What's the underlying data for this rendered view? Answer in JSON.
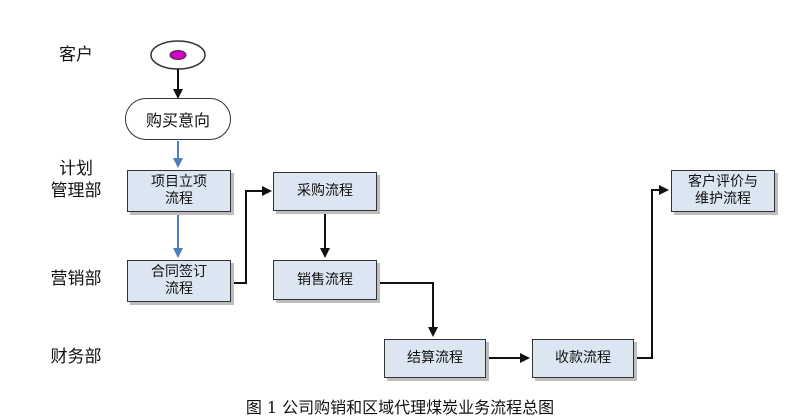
{
  "lanes": {
    "customer": "客户",
    "planning_line1": "计划",
    "planning_line2": "管理部",
    "marketing": "营销部",
    "finance": "财务部"
  },
  "nodes": {
    "purchase_intent": "购买意向",
    "project_setup_line1": "项目立项",
    "project_setup_line2": "流程",
    "contract_line1": "合同签订",
    "contract_line2": "流程",
    "procurement": "采购流程",
    "sales": "销售流程",
    "settlement": "结算流程",
    "collection": "收款流程",
    "evaluation_line1": "客户评价与",
    "evaluation_line2": "维护流程"
  },
  "caption": "图 1 公司购销和区域代理煤炭业务流程总图",
  "colors": {
    "box_fill": "#dce6f2",
    "start_dot": "#d400c8",
    "blue_arrow": "#4a7ebf",
    "black_arrow": "#111111"
  }
}
